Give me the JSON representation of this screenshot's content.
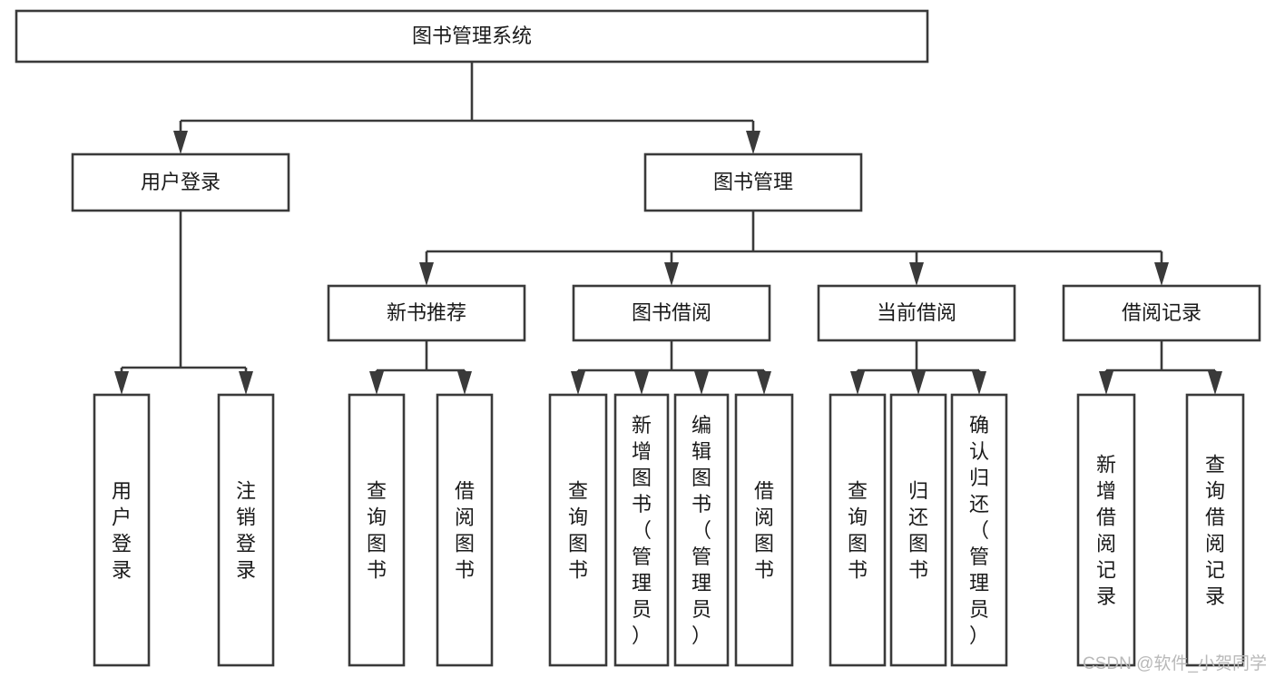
{
  "diagram": {
    "title": "图书管理系统",
    "type": "hierarchy-tree",
    "root": {
      "id": "root",
      "label": "图书管理系统",
      "orientation": "horizontal"
    },
    "level2": [
      {
        "id": "user-login",
        "label": "用户登录",
        "orientation": "horizontal"
      },
      {
        "id": "book-management",
        "label": "图书管理",
        "orientation": "horizontal"
      }
    ],
    "level3": [
      {
        "id": "new-book-recommend",
        "label": "新书推荐",
        "orientation": "horizontal",
        "parent": "book-management"
      },
      {
        "id": "book-borrow",
        "label": "图书借阅",
        "orientation": "horizontal",
        "parent": "book-management"
      },
      {
        "id": "current-borrow",
        "label": "当前借阅",
        "orientation": "horizontal",
        "parent": "book-management"
      },
      {
        "id": "borrow-record",
        "label": "借阅记录",
        "orientation": "horizontal",
        "parent": "book-management"
      }
    ],
    "leaves": [
      {
        "id": "leaf-user-login",
        "label": "用户登录",
        "orientation": "vertical",
        "parent": "user-login"
      },
      {
        "id": "leaf-logout-login",
        "label": "注销登录",
        "orientation": "vertical",
        "parent": "user-login"
      },
      {
        "id": "leaf-query-book-1",
        "label": "查询图书",
        "orientation": "vertical",
        "parent": "new-book-recommend"
      },
      {
        "id": "leaf-borrow-book-1",
        "label": "借阅图书",
        "orientation": "vertical",
        "parent": "new-book-recommend"
      },
      {
        "id": "leaf-query-book-2",
        "label": "查询图书",
        "orientation": "vertical",
        "parent": "book-borrow"
      },
      {
        "id": "leaf-add-book",
        "label": "新增图书（管理员）",
        "orientation": "vertical",
        "parent": "book-borrow"
      },
      {
        "id": "leaf-edit-book",
        "label": "编辑图书（管理员）",
        "orientation": "vertical",
        "parent": "book-borrow"
      },
      {
        "id": "leaf-borrow-book-2",
        "label": "借阅图书",
        "orientation": "vertical",
        "parent": "book-borrow"
      },
      {
        "id": "leaf-query-book-3",
        "label": "查询图书",
        "orientation": "vertical",
        "parent": "current-borrow"
      },
      {
        "id": "leaf-return-book",
        "label": "归还图书",
        "orientation": "vertical",
        "parent": "current-borrow"
      },
      {
        "id": "leaf-confirm-return",
        "label": "确认归还（管理员）",
        "orientation": "vertical",
        "parent": "current-borrow"
      },
      {
        "id": "leaf-add-record",
        "label": "新增借阅记录",
        "orientation": "vertical",
        "parent": "borrow-record"
      },
      {
        "id": "leaf-query-record",
        "label": "查询借阅记录",
        "orientation": "vertical",
        "parent": "borrow-record"
      }
    ]
  },
  "watermark": {
    "text": "CSDN @软件_小贺同学"
  },
  "colors": {
    "box_stroke": "#3a3a3a",
    "box_fill": "#ffffff",
    "text": "#1a1a1a",
    "watermark": "#b9b9b9",
    "background": "#ffffff"
  }
}
